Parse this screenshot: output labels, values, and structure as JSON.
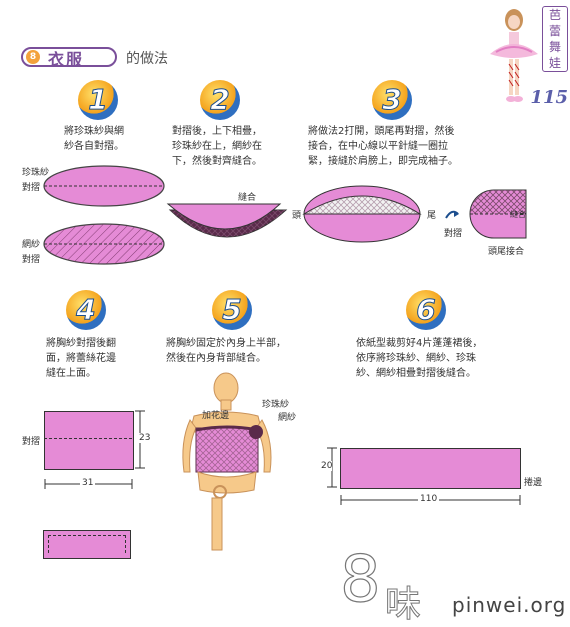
{
  "header": {
    "badge": "8",
    "title_main": "衣服",
    "title_sub": "的做法",
    "side_chars": [
      "芭",
      "蕾",
      "舞",
      "娃"
    ],
    "page_number": "115"
  },
  "steps": [
    {
      "num": "1",
      "text": [
        "將珍珠紗與網",
        "紗各自對摺。"
      ]
    },
    {
      "num": "2",
      "text": [
        "對摺後，上下相疊，",
        "珍珠紗在上，網紗在",
        "下，然後對齊縫合。"
      ]
    },
    {
      "num": "3",
      "text": [
        "將做法2打開，頭尾再對摺，然後",
        "接合，在中心線以平針縫一圈拉",
        "緊，接縫於肩膀上，即完成袖子。"
      ]
    },
    {
      "num": "4",
      "text": [
        "將胸紗對摺後翻",
        "面，將蕾絲花邊",
        "縫在上面。"
      ]
    },
    {
      "num": "5",
      "text": [
        "將胸紗固定於內身上半部，",
        "然後在內身背部縫合。"
      ]
    },
    {
      "num": "6",
      "text": [
        "依紙型裁剪好4片蓬蓬裙後，",
        "依序將珍珠紗、網紗、珍珠",
        "紗、網紗相疊對摺後縫合。"
      ]
    }
  ],
  "labels": {
    "pearl_fold": [
      "珍珠紗",
      "對摺"
    ],
    "mesh_fold": [
      "網紗",
      "對摺"
    ],
    "sew": "縫合",
    "head": "頭",
    "tail": "尾",
    "fold": "對摺",
    "sew_small": "縫合",
    "head_tail_join": "頭尾接合",
    "fold4": "對摺",
    "lace": "加花邊",
    "pearl5": "珍珠紗",
    "mesh5": "網紗",
    "hem": "捲邊"
  },
  "dims": {
    "d23": "23",
    "d31": "31",
    "d20": "20",
    "d110": "110"
  },
  "watermark": {
    "eight": "8",
    "wei": "味",
    "site": "pinwei.org"
  }
}
